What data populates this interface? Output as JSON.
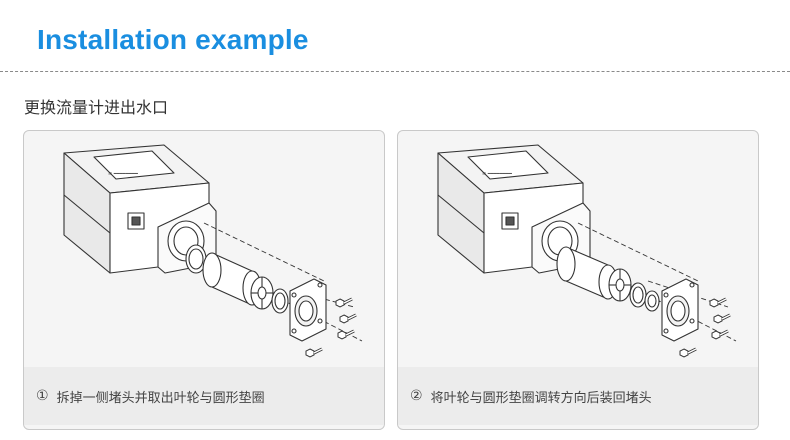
{
  "header": {
    "title": "Installation example"
  },
  "section": {
    "subtitle": "更换流量计进出水口"
  },
  "panels": [
    {
      "step": "①",
      "caption": "拆掉一侧堵头并取出叶轮与圆形垫圈"
    },
    {
      "step": "②",
      "caption": "将叶轮与圆形垫圈调转方向后装回堵头"
    }
  ],
  "device": {
    "brand_mark": "≋ ━━━━━━━━"
  },
  "colors": {
    "title_blue": "#1a8ee0",
    "line": "#333333",
    "panel_bg": "#f5f5f5"
  }
}
